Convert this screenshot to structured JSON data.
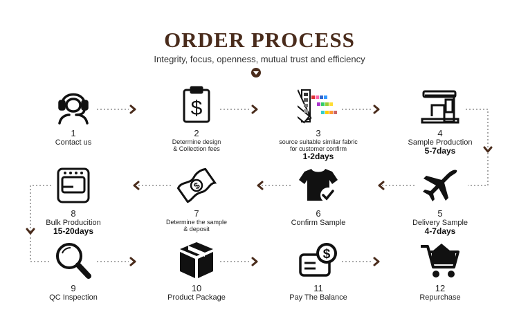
{
  "header": {
    "title": "ORDER PROCESS",
    "subtitle": "Integrity, focus, openness, mutual trust and efficiency"
  },
  "colors": {
    "accent": "#4a2c1c",
    "icon": "#111111"
  },
  "steps": [
    {
      "num": "1",
      "label": "Contact us",
      "extra": "",
      "icon": "headset-person-icon"
    },
    {
      "num": "2",
      "label": "Determine design\n& Collection fees",
      "extra": "",
      "icon": "dollar-clipboard-icon"
    },
    {
      "num": "3",
      "label": "source suitable similar fabric\nfor customer confirm",
      "extra": "1-2days",
      "icon": "color-swatch-icon"
    },
    {
      "num": "4",
      "label": "Sample Production",
      "extra": "5-7days",
      "icon": "sewing-machine-icon"
    },
    {
      "num": "5",
      "label": "Delivery Sample",
      "extra": "4-7days",
      "icon": "airplane-icon"
    },
    {
      "num": "6",
      "label": "Confirm Sample",
      "extra": "",
      "icon": "tshirt-check-icon"
    },
    {
      "num": "7",
      "label": "Determine the sample\n& deposit",
      "extra": "",
      "icon": "dollar-bill-icon"
    },
    {
      "num": "8",
      "label": "Bulk Producition",
      "extra": "15-20days",
      "icon": "sewing-machine-icon"
    },
    {
      "num": "9",
      "label": "QC Inspection",
      "extra": "",
      "icon": "magnifier-icon"
    },
    {
      "num": "10",
      "label": "Product Package",
      "extra": "",
      "icon": "box-icon"
    },
    {
      "num": "11",
      "label": "Pay The Balance",
      "extra": "",
      "icon": "wallet-dollar-icon"
    },
    {
      "num": "12",
      "label": "Repurchase",
      "extra": "",
      "icon": "shopping-cart-icon"
    }
  ]
}
